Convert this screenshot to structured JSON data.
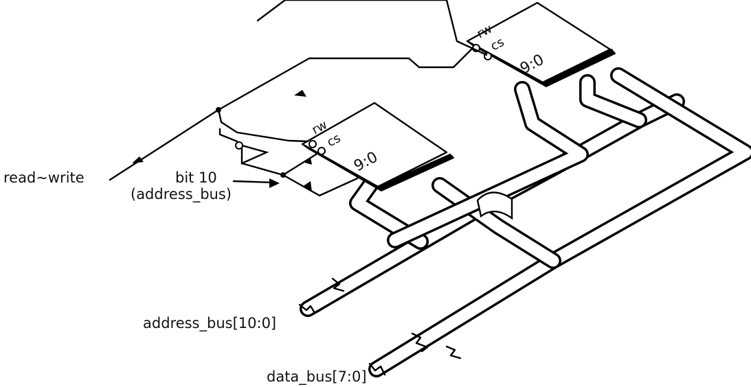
{
  "signals": {
    "read_write": "read~write",
    "bit10_line1": "bit 10",
    "bit10_line2": "(address_bus)",
    "address_bus": "address_bus[10:0]",
    "data_bus": "data_bus[7:0]"
  },
  "chips": [
    {
      "rw_label": "rw",
      "cs_label": "cs",
      "range_label": "9:0"
    },
    {
      "rw_label": "rw",
      "cs_label": "cs",
      "range_label": "9:0"
    }
  ]
}
